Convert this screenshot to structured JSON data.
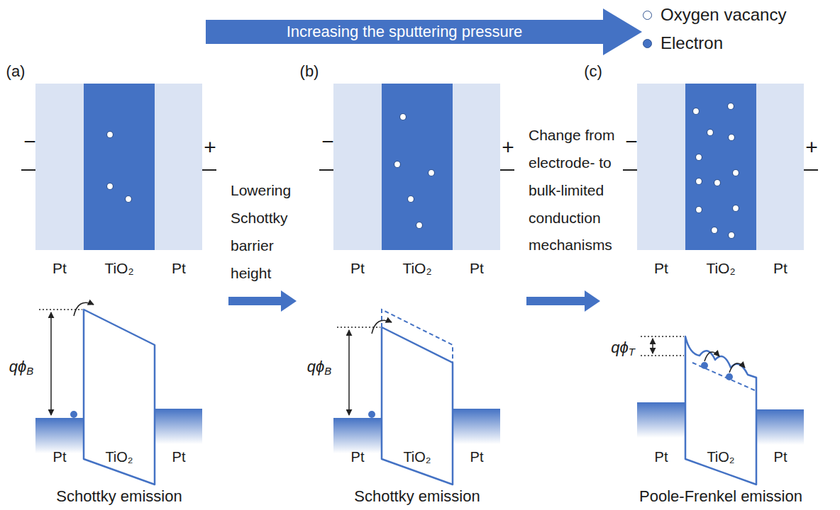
{
  "diagram": {
    "nodes": [
      {
        "text": [
          "Increasing the sputtering pressure"
        ]
      },
      {
        "text": [
          "(a)",
          "−",
          "+",
          "Pt",
          "TiO₂",
          "Pt",
          "qϕB",
          "Pt",
          "TiO₂",
          "Pt",
          "Schottky emission"
        ]
      },
      {
        "text": [
          "(b)",
          "−",
          "+",
          "Pt",
          "TiO₂",
          "Pt",
          "qϕB",
          "Pt",
          "TiO₂",
          "Pt",
          "Schottky emission"
        ]
      },
      {
        "text": [
          "(c)",
          "−",
          "+",
          "Pt",
          "TiO₂",
          "Pt",
          "qϕT",
          "Pt",
          "TiO₂",
          "Pt",
          "Poole-Frenkel emission"
        ]
      }
    ],
    "edges": [
      {
        "from": 1,
        "to": 2,
        "arrow": "to",
        "label": "Lowering Schottky barrier height"
      },
      {
        "from": 2,
        "to": 3,
        "arrow": "to",
        "label": "Change from electrode- to bulk-limited conduction mechanisms"
      }
    ],
    "legend": [
      {
        "text": "Oxygen vacancy",
        "color": "#ffffff"
      },
      {
        "text": "Electron",
        "color": "#4472c4"
      }
    ]
  }
}
